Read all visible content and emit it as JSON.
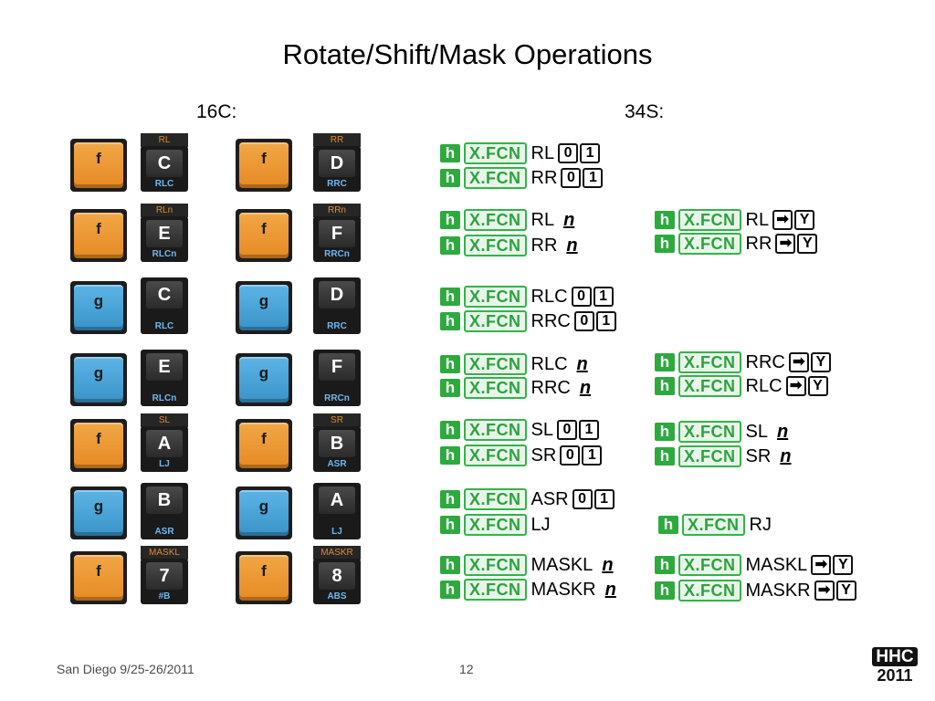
{
  "title": "Rotate/Shift/Mask Operations",
  "col_16c": "16C:",
  "col_34s": "34S:",
  "keys": [
    {
      "shift": "f",
      "top": "RL",
      "face": "C",
      "bottom": "RLC"
    },
    {
      "shift": "f",
      "top": "RR",
      "face": "D",
      "bottom": "RRC"
    },
    {
      "shift": "f",
      "top": "RLn",
      "face": "E",
      "bottom": "RLCn"
    },
    {
      "shift": "f",
      "top": "RRn",
      "face": "F",
      "bottom": "RRCn"
    },
    {
      "shift": "g",
      "top": "",
      "face": "C",
      "bottom": "RLC"
    },
    {
      "shift": "g",
      "top": "",
      "face": "D",
      "bottom": "RRC"
    },
    {
      "shift": "g",
      "top": "",
      "face": "E",
      "bottom": "RLCn"
    },
    {
      "shift": "g",
      "top": "",
      "face": "F",
      "bottom": "RRCn"
    },
    {
      "shift": "f",
      "top": "SL",
      "face": "A",
      "bottom": "LJ"
    },
    {
      "shift": "f",
      "top": "SR",
      "face": "B",
      "bottom": "ASR"
    },
    {
      "shift": "g",
      "top": "",
      "face": "B",
      "bottom": "ASR"
    },
    {
      "shift": "g",
      "top": "",
      "face": "A",
      "bottom": "LJ"
    },
    {
      "shift": "f",
      "top": "MASKL",
      "face": "7",
      "bottom": "#B"
    },
    {
      "shift": "f",
      "top": "MASKR",
      "face": "8",
      "bottom": "ABS"
    }
  ],
  "h_label": "h",
  "xfcn_label": "X.FCN",
  "n_label": "n",
  "arrow_label": "➡",
  "y_label": "Y",
  "digit0": "0",
  "digit1": "1",
  "seqs": {
    "l1": "RL",
    "l2": "RR",
    "l3": "RL",
    "l4": "RR",
    "r3": "RL",
    "r4": "RR",
    "l5": "RLC",
    "l6": "RRC",
    "l7": "RLC",
    "l8": "RRC",
    "r7": "RRC",
    "r8": "RLC",
    "l9": "SL",
    "l10": "SR",
    "r9": "SL",
    "r10": "SR",
    "l11": "ASR",
    "l12": "LJ",
    "r12": "RJ",
    "l13": "MASKL",
    "l14": "MASKR",
    "r13": "MASKL",
    "r14": "MASKR"
  },
  "footer": {
    "left": "San Diego 9/25-26/2011",
    "page": "12"
  },
  "logo": {
    "line1": "HHC",
    "line2": "2011"
  }
}
